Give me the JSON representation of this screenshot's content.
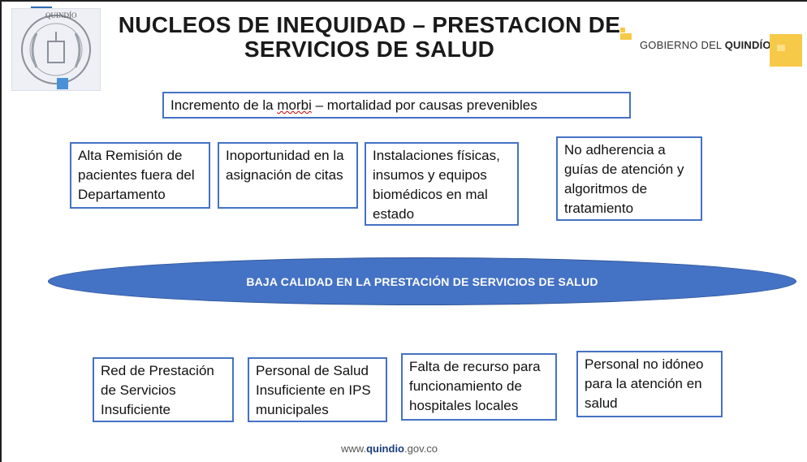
{
  "header": {
    "title_line1": "NUCLEOS DE INEQUIDAD – PRESTACION DE",
    "title_line2": "SERVICIOS DE SALUD",
    "gov_prefix": "GOBIERNO DEL ",
    "gov_name": "QUINDÍO",
    "seal_text": "QUINDÍO"
  },
  "top_effect": {
    "text_before": "Incremento de la ",
    "text_underlined": "morbi",
    "text_after": " – mortalidad por causas prevenibles"
  },
  "upper_causes": [
    "Alta Remisión de pacientes fuera del Departamento",
    "Inoportunidad en la asignación de citas",
    "Instalaciones físicas, insumos y equipos biomédicos en mal estado",
    "No adherencia a guías de atención y algoritmos de tratamiento"
  ],
  "central_problem": "BAJA CALIDAD EN  LA PRESTACIÓN DE SERVICIOS DE SALUD",
  "lower_causes": [
    "Red de Prestación de Servicios Insuficiente",
    "Personal de Salud Insuficiente en IPS municipales",
    "Falta de recurso para funcionamiento de hospitales locales",
    "Personal no idóneo para la atención en salud"
  ],
  "footer": {
    "prefix": "www.",
    "brand": "quindio",
    "suffix": ".gov.co"
  },
  "colors": {
    "box_border": "#4472c4",
    "ellipse_fill": "#4472c4",
    "accent_yellow": "#f7c948",
    "logo_blue": "#4a90d9"
  }
}
